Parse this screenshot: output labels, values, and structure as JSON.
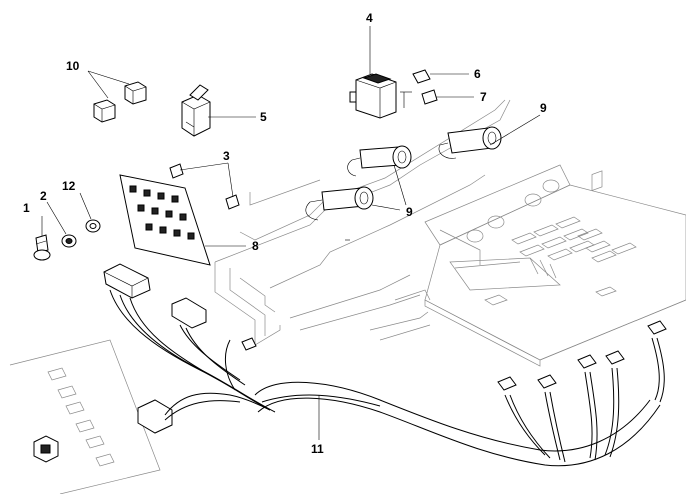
{
  "callouts": [
    {
      "id": "1",
      "text": "1"
    },
    {
      "id": "2",
      "text": "2"
    },
    {
      "id": "3",
      "text": "3"
    },
    {
      "id": "4",
      "text": "4"
    },
    {
      "id": "5",
      "text": "5"
    },
    {
      "id": "6",
      "text": "6"
    },
    {
      "id": "7",
      "text": "7"
    },
    {
      "id": "8",
      "text": "8"
    },
    {
      "id": "9a",
      "text": "9"
    },
    {
      "id": "9b",
      "text": "9"
    },
    {
      "id": "10",
      "text": "10"
    },
    {
      "id": "11",
      "text": "11"
    },
    {
      "id": "12",
      "text": "12"
    }
  ]
}
